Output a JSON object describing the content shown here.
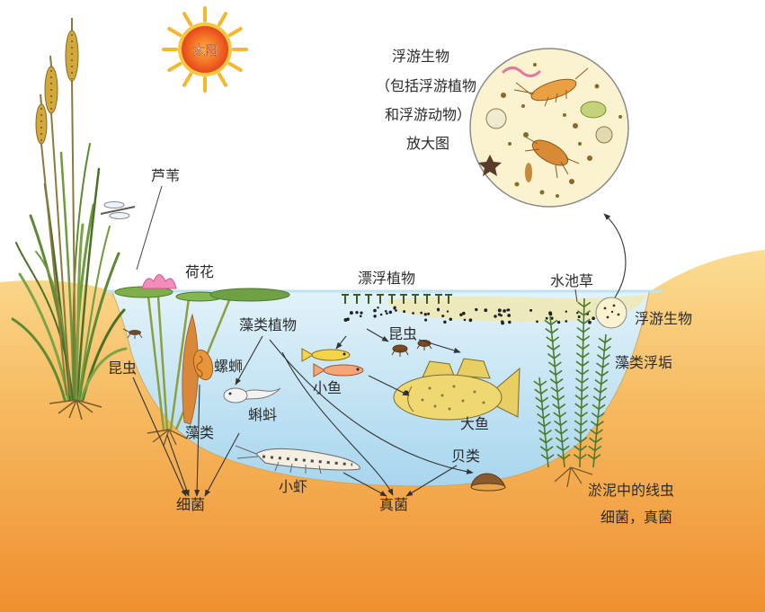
{
  "sun": {
    "label": "太阳"
  },
  "plankton_callout": {
    "lines": [
      "浮游生物",
      "（包括浮游植物",
      "和浮游动物）",
      "放大图"
    ]
  },
  "labels": {
    "reed": "芦苇",
    "lotus": "荷花",
    "floating_plants": "漂浮植物",
    "pondweed": "水池草",
    "algae_plants": "藻类植物",
    "plankton": "浮游生物",
    "insect_water": "昆虫",
    "snail": "螺蛳",
    "algal_scum": "藻类浮垢",
    "insect_left": "昆虫",
    "small_fish": "小鱼",
    "tadpole": "蝌蚪",
    "big_fish": "大鱼",
    "algae": "藻类",
    "shellfish": "贝类",
    "shrimp": "小虾",
    "mud_nematodes": "淤泥中的线虫",
    "bacteria": "细菌",
    "fungi": "真菌",
    "bacteria_fungi": "细菌，真菌"
  },
  "colors": {
    "sky": "#ffffff",
    "ground_top": "#fbdc92",
    "ground_mid": "#f6b85e",
    "ground_bottom": "#ef8f2f",
    "water_top": "#e2f2f9",
    "water_bottom": "#a8d6ee",
    "sun_core": "#ffb13a",
    "sun_edge": "#e8461a",
    "sun_rays": "#f5b82a"
  }
}
